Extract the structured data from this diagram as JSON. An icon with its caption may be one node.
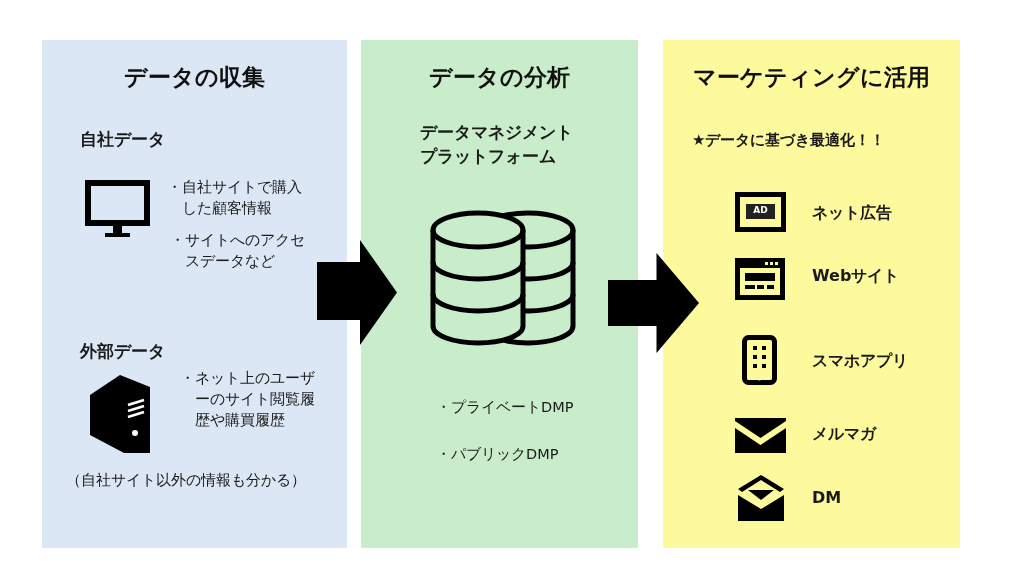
{
  "diagram": {
    "nodes": [
      {
        "text": [
          "データの収集"
        ]
      },
      {
        "text": [
          "データの分析"
        ]
      },
      {
        "text": [
          "マーケティングに活用"
        ]
      }
    ],
    "edges": [
      {
        "from": 0,
        "to": 1,
        "arrow": "to"
      },
      {
        "from": 1,
        "to": 2,
        "arrow": "to"
      }
    ],
    "labels": [
      "自社データ",
      "・自社サイトで購入した顧客情報",
      "・サイトへのアクセスデータなど",
      "外部データ",
      "・ネット上のユーザーのサイト閲覧履歴や購買履歴",
      "（自社サイト以外の情報も分かる）",
      "データマネジメントプラットフォーム",
      "・プライベートDMP",
      "・パブリックDMP",
      "★データに基づき最適化！！",
      "AD",
      "ネット広告",
      "Webサイト",
      "スマホアプリ",
      "メルマガ",
      "DM"
    ]
  }
}
